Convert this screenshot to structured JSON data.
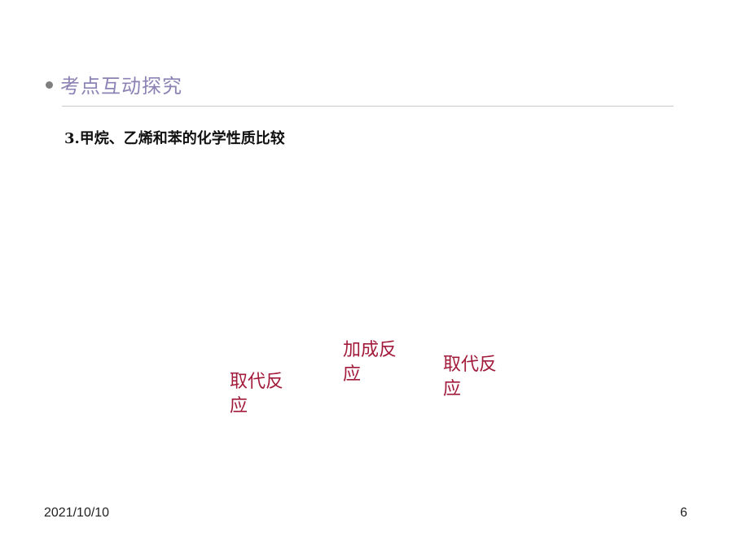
{
  "header": {
    "title": "考点互动探究"
  },
  "subtitle": {
    "number": "3.",
    "text": "甲烷、乙烯和苯的化学性质比较"
  },
  "reactions": [
    {
      "line1": "取代反",
      "line2": "应"
    },
    {
      "line1": "加成反",
      "line2": "应"
    },
    {
      "line1": "取代反",
      "line2": "应"
    }
  ],
  "footer": {
    "date": "2021/10/10",
    "page": "6"
  },
  "colors": {
    "header": "#8c82b4",
    "reaction": "#a21b3b",
    "bullet": "#7f7f7f"
  }
}
